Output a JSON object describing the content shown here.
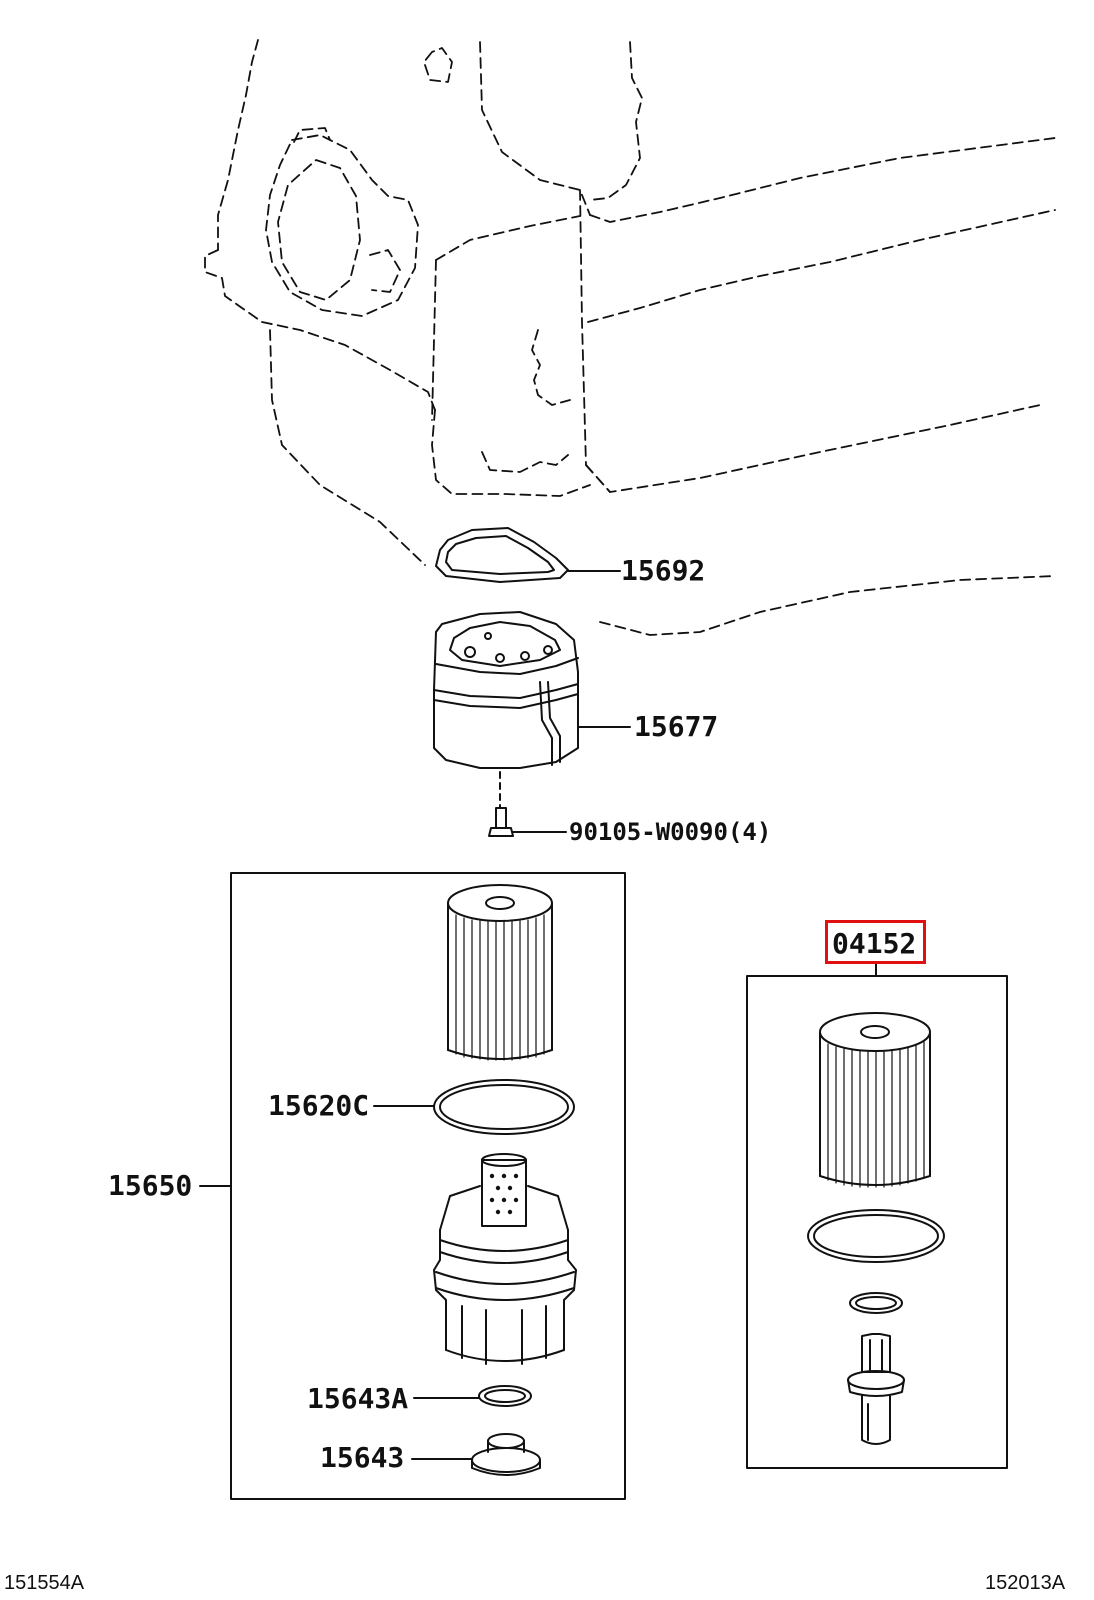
{
  "callouts": {
    "p15692": "15692",
    "p15677": "15677",
    "p90105": "90105-W0090(4)",
    "p04152": "04152",
    "p15620c": "15620C",
    "p15650": "15650",
    "p15643a": "15643A",
    "p15643": "15643"
  },
  "footer": {
    "left": "151554A",
    "right": "152013A"
  },
  "colors": {
    "ink": "#111111",
    "highlight": "#e01010"
  }
}
